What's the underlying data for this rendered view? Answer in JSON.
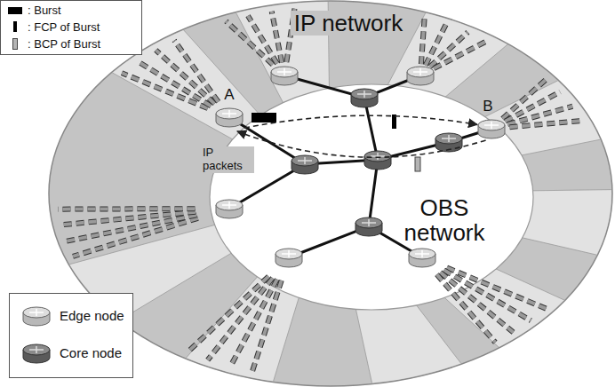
{
  "diagram": {
    "nodes": [
      {
        "text": [
          "IP network"
        ]
      },
      {
        "text": [
          "OBS network"
        ],
        "in": 0
      },
      {
        "text": [
          "A"
        ],
        "in": 0
      },
      {
        "text": [
          "B"
        ],
        "in": 0
      }
    ],
    "edges": [
      {
        "from": 2,
        "to": 3,
        "arrow": "to"
      },
      {
        "from": 3,
        "to": 2,
        "arrow": "to"
      }
    ],
    "labels": [
      "IP packets"
    ],
    "legend": [
      {
        "text": ": Burst",
        "color": "#000000"
      },
      {
        "text": ": FCP of Burst",
        "color": "#000000"
      },
      {
        "text": ": BCP of Burst",
        "color": "#b4b4b4"
      },
      {
        "text": "Edge node"
      },
      {
        "text": "Core node"
      }
    ]
  }
}
